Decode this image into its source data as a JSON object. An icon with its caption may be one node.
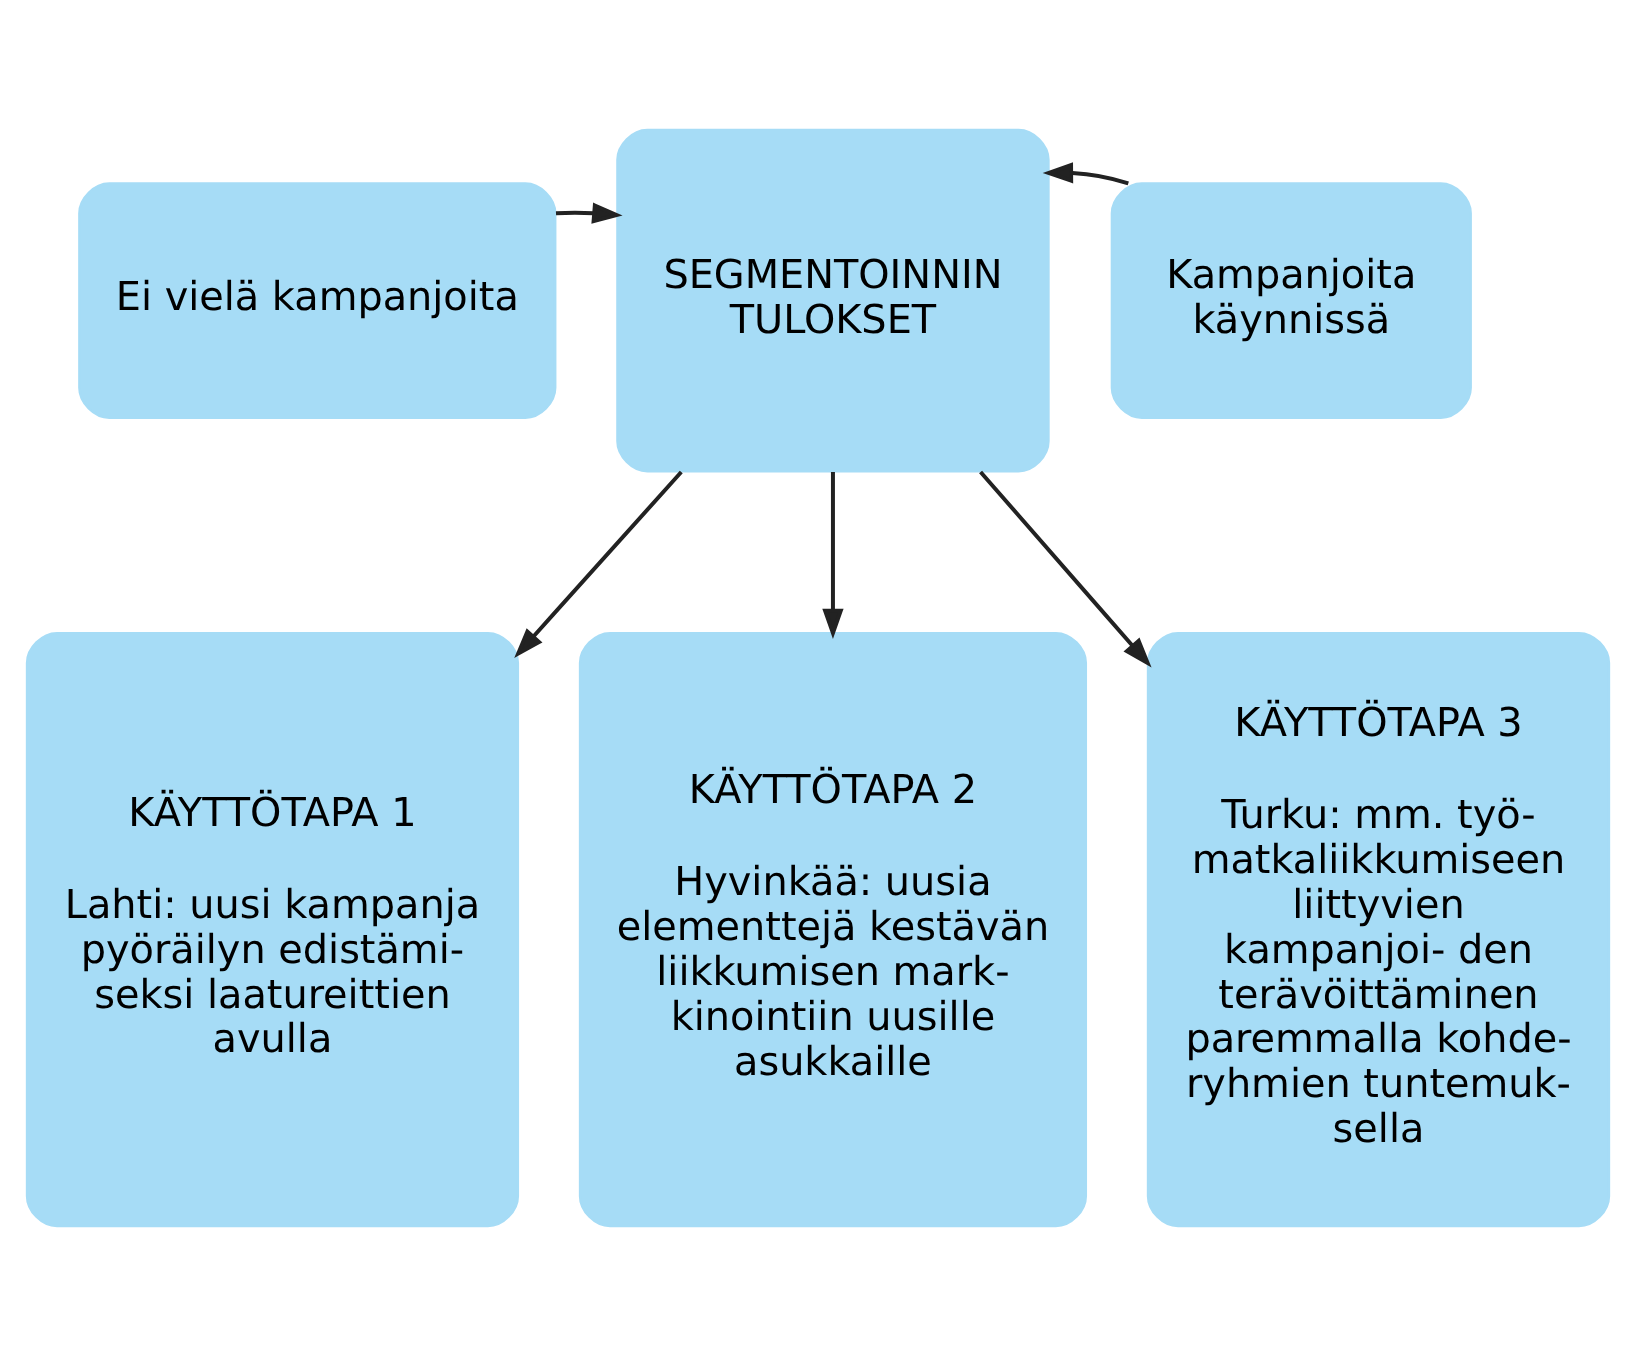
{
  "diagram": {
    "nodes": [
      {
        "text": [
          "Ei vielä kampanjoita"
        ]
      },
      {
        "text": [
          "SEGMENTOINNIN TULOKSET"
        ]
      },
      {
        "text": [
          "Kampanjoita käynnissä"
        ]
      },
      {
        "text": [
          "KÄYTTÖTAPA 1",
          "Lahti: uusi kampanja pyöräilyn edistämi- seksi laatureittien avulla"
        ]
      },
      {
        "text": [
          "KÄYTTÖTAPA 2",
          "Hyvinkää: uusia elementtejä kestävän liikkumisen mark- kinointiin uusille asukkaille"
        ]
      },
      {
        "text": [
          "KÄYTTÖTAPA 3",
          "Turku: mm. työ- matkaliikkumiseen liittyvien kampanjoi- den terävöittäminen paremmalla kohde- ryhmien tuntemuk- sella"
        ]
      }
    ],
    "edges": [
      {
        "from": 0,
        "to": 1,
        "arrow": "to"
      },
      {
        "from": 2,
        "to": 1,
        "arrow": "to"
      },
      {
        "from": 1,
        "to": 3,
        "arrow": "to"
      },
      {
        "from": 1,
        "to": 4,
        "arrow": "to"
      },
      {
        "from": 1,
        "to": 5,
        "arrow": "to"
      }
    ]
  }
}
